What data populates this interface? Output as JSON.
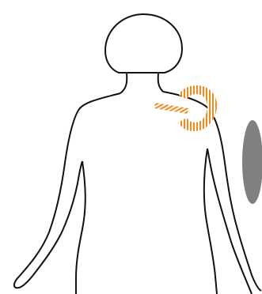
{
  "figure": {
    "subject": "back-view-body-outline",
    "outline_color": "#111111",
    "background_color": "#ffffff"
  },
  "marker": {
    "shape": "ring-with-tail",
    "location": "upper-right-back-shoulder-blade",
    "color": "#f08c1e",
    "pattern": "striped"
  },
  "side_indicator": {
    "shape": "ellipse",
    "color": "#808080"
  }
}
